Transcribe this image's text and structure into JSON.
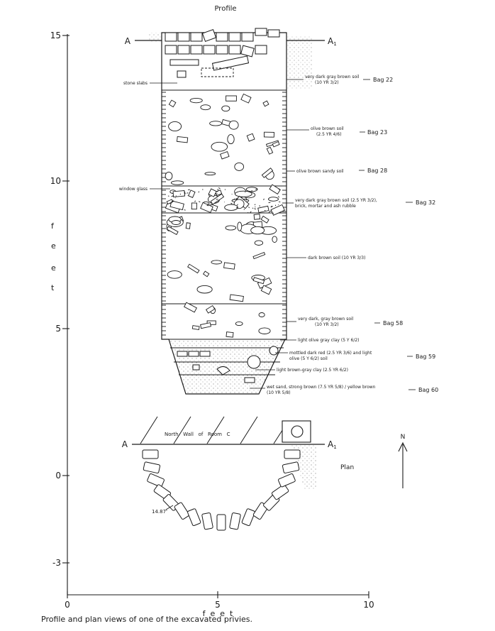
{
  "title": "Profile",
  "caption": "Profile and plan views of one of the excavated privies.",
  "section_marker_left": "A",
  "section_marker_right": "A",
  "section_marker_subscript": "1",
  "plan_label": "Plan",
  "north_label": "N",
  "wall_label": "North   Wall   of   Room   C",
  "measurement_label": "14.87'",
  "axis_letters": [
    "f",
    "e",
    "e",
    "t"
  ],
  "y_ticks": [
    "15",
    "10",
    "5",
    "0",
    "-3"
  ],
  "x_ticks": [
    "0",
    "5",
    "10"
  ],
  "x_axis_label": "f  e  e  t",
  "annotations_left": [
    "stone slabs",
    "window glass"
  ],
  "layers": [
    {
      "label": "very dark gray brown soil",
      "sub": "(10 YR 3/2)",
      "bag": "Bag 22"
    },
    {
      "label": "olive brown soil",
      "sub": "(2.5 YR 4/6)",
      "bag": "Bag 23"
    },
    {
      "label": "olive brown sandy soil",
      "sub": "",
      "bag": "Bag 28"
    },
    {
      "label": "very dark gray brown soil (2.5 YR 3/2),",
      "sub": "brick, mortar and ash rubble",
      "bag": "Bag 32"
    },
    {
      "label": "dark brown soil (10 YR 3/3)",
      "sub": "",
      "bag": ""
    },
    {
      "label": "very dark, gray brown soil",
      "sub": "(10 YR 3/2)",
      "bag": "Bag 58"
    },
    {
      "label": "light olive gray clay (5 Y 6/2)",
      "sub": "",
      "bag": ""
    },
    {
      "label": "mottled dark red (2.5 YR 3/6) and light",
      "sub": "olive (5 Y 6/2) soil",
      "bag": "Bag 59"
    },
    {
      "label": "light brown-gray clay (2.5 YR 6/2)",
      "sub": "",
      "bag": ""
    },
    {
      "label": "wet sand, strong brown (7.5 YR 5/8) / yellow brown",
      "sub": "(10 YR 5/8)",
      "bag": "Bag 60"
    }
  ]
}
